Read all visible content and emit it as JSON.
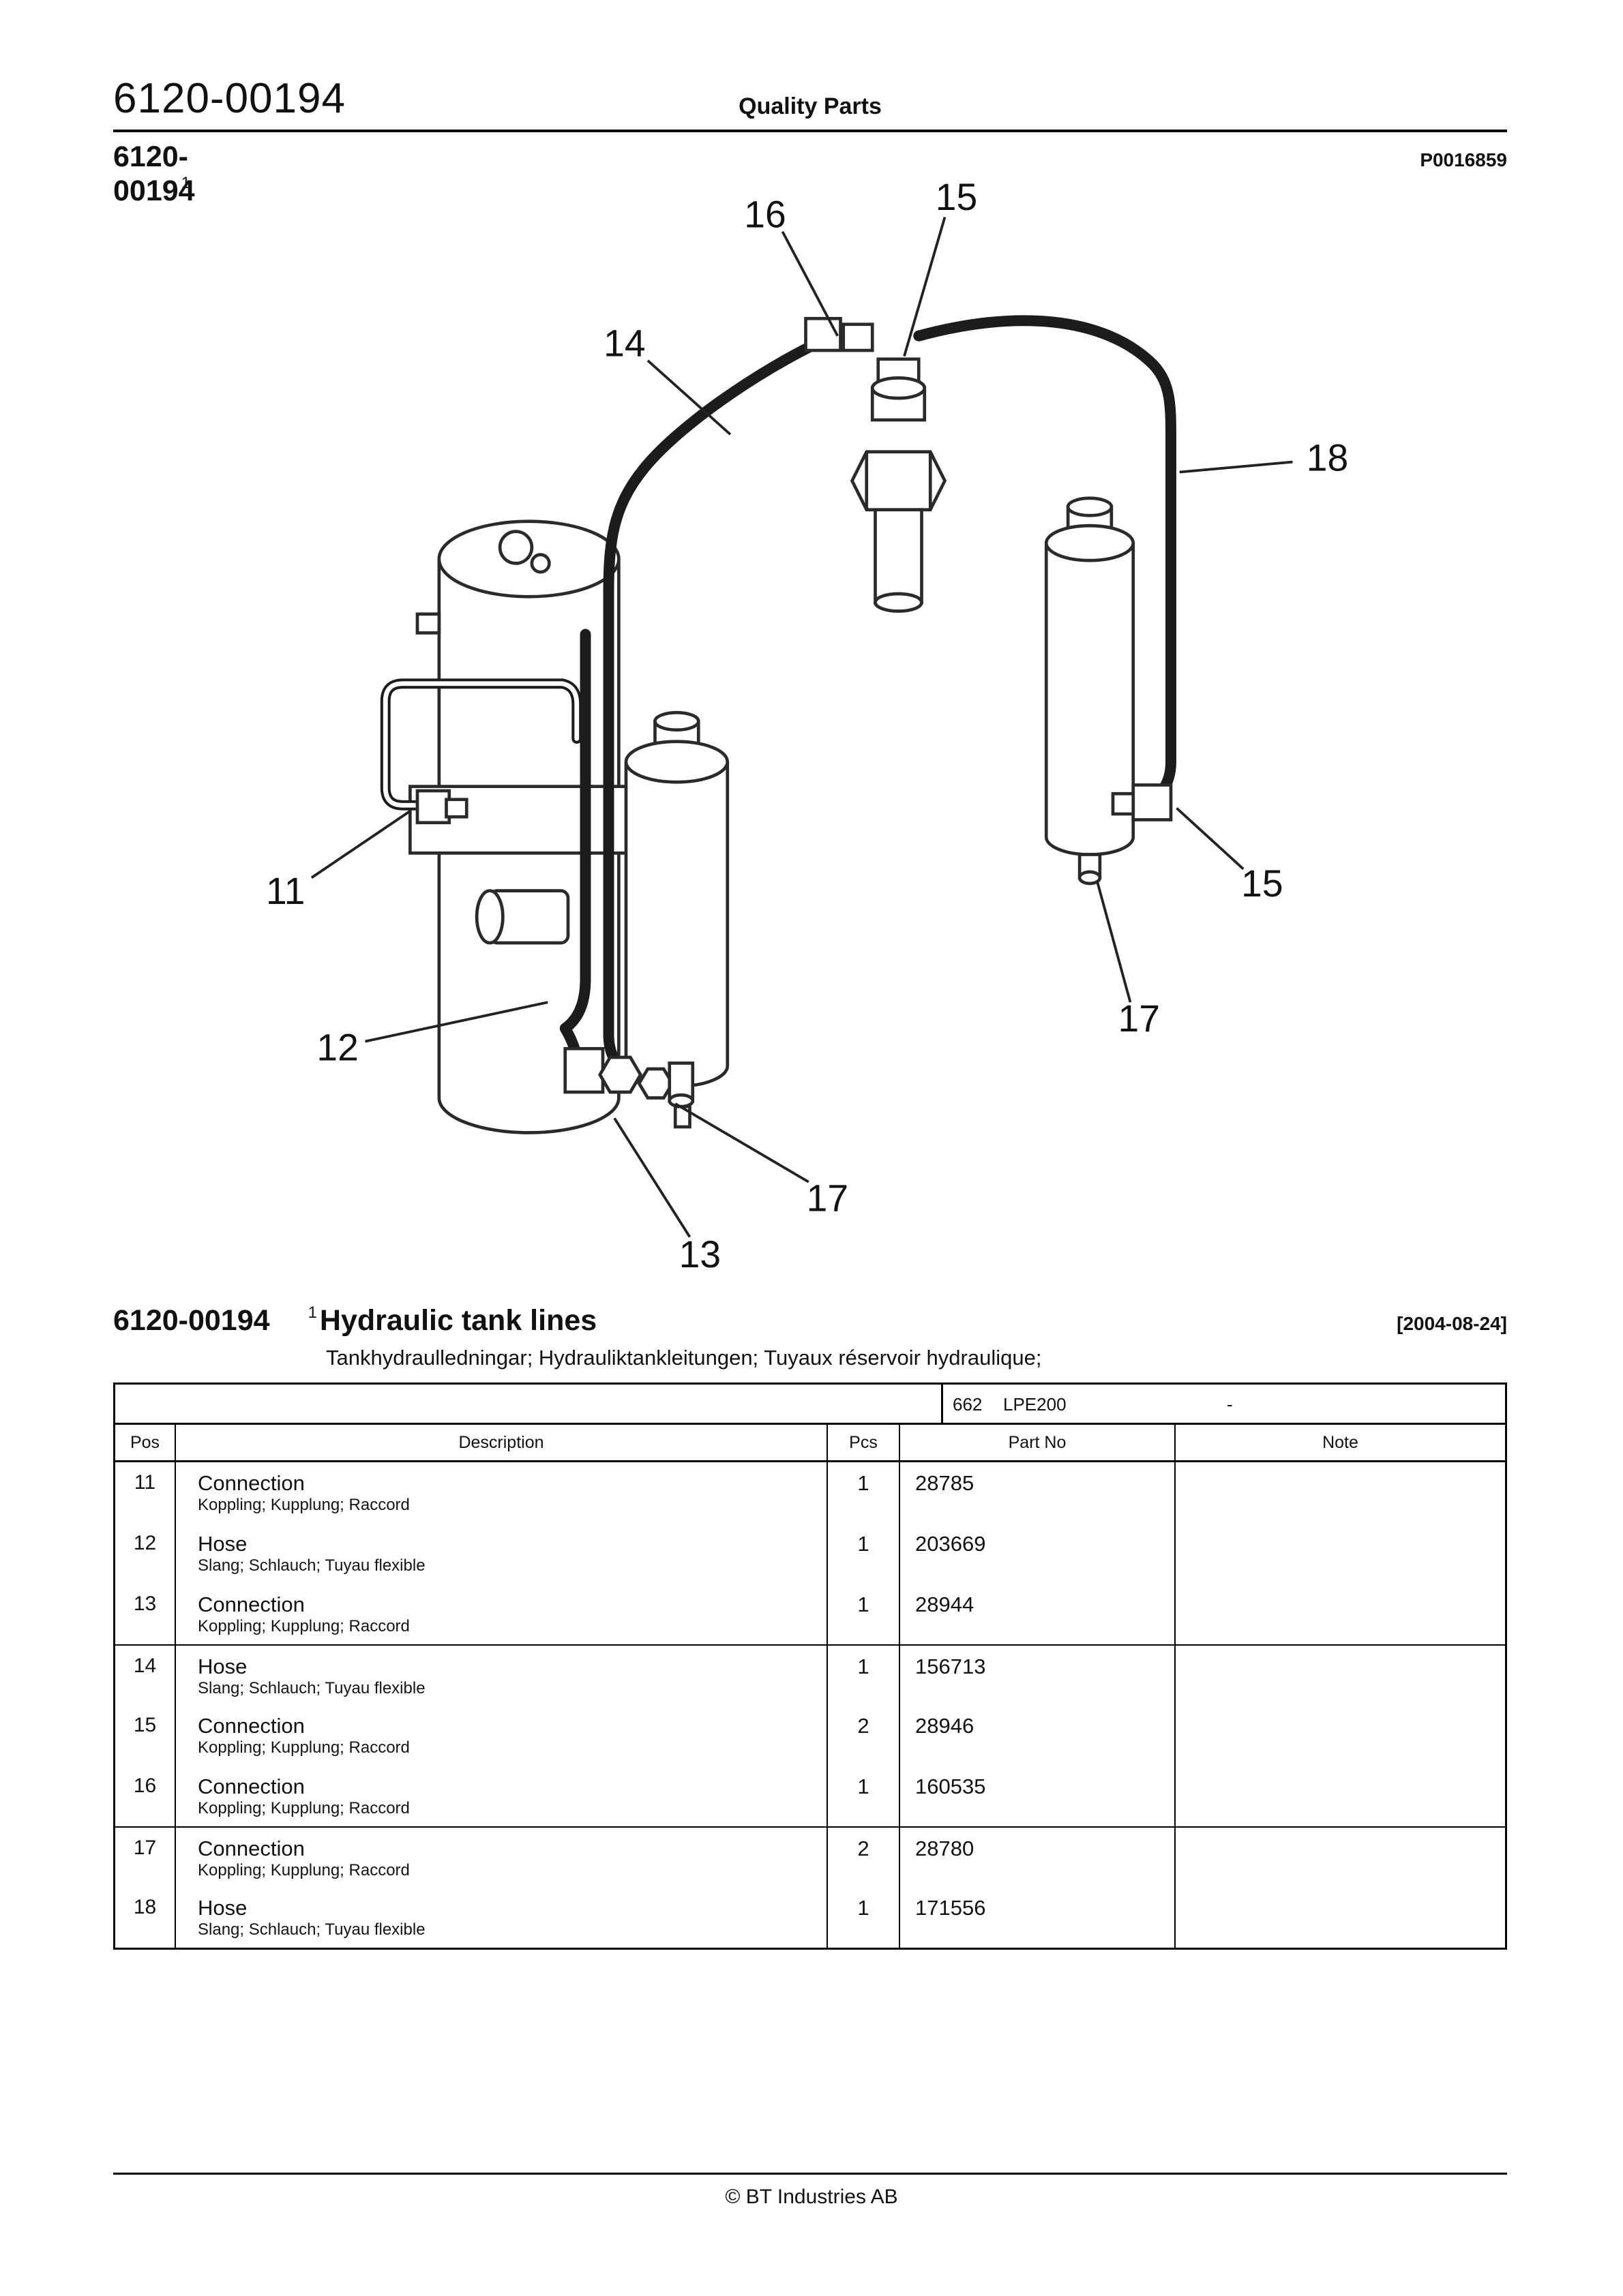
{
  "header": {
    "doc_number": "6120-00194",
    "quality_label": "Quality Parts",
    "sub_doc_number": "6120-00194",
    "footnote_mark": "1",
    "image_ref": "P0016859"
  },
  "diagram": {
    "callouts": [
      "16",
      "15",
      "14",
      "18",
      "11",
      "15",
      "17",
      "12",
      "17",
      "13"
    ]
  },
  "section": {
    "doc_number": "6120-00194",
    "footnote_mark": "1",
    "title": "Hydraulic tank lines",
    "date": "[2004-08-24]",
    "subtitle": "Tankhydraulledningar; Hydrauliktankleitungen; Tuyaux réservoir hydraulique;"
  },
  "table": {
    "model_code": "662",
    "model_name": "LPE200",
    "serial_range": "-",
    "columns": {
      "pos": "Pos",
      "description": "Description",
      "pcs": "Pcs",
      "part_no": "Part No",
      "note": "Note"
    },
    "rows": [
      {
        "pos": "11",
        "description": "Connection",
        "description_alt": "Koppling; Kupplung; Raccord",
        "pcs": "1",
        "part_no": "28785",
        "note": ""
      },
      {
        "pos": "12",
        "description": "Hose",
        "description_alt": "Slang; Schlauch; Tuyau flexible",
        "pcs": "1",
        "part_no": "203669",
        "note": ""
      },
      {
        "pos": "13",
        "description": "Connection",
        "description_alt": "Koppling; Kupplung; Raccord",
        "pcs": "1",
        "part_no": "28944",
        "note": ""
      },
      {
        "pos": "14",
        "description": "Hose",
        "description_alt": "Slang; Schlauch; Tuyau flexible",
        "pcs": "1",
        "part_no": "156713",
        "note": ""
      },
      {
        "pos": "15",
        "description": "Connection",
        "description_alt": "Koppling; Kupplung; Raccord",
        "pcs": "2",
        "part_no": "28946",
        "note": ""
      },
      {
        "pos": "16",
        "description": "Connection",
        "description_alt": "Koppling; Kupplung; Raccord",
        "pcs": "1",
        "part_no": "160535",
        "note": ""
      },
      {
        "pos": "17",
        "description": "Connection",
        "description_alt": "Koppling; Kupplung; Raccord",
        "pcs": "2",
        "part_no": "28780",
        "note": ""
      },
      {
        "pos": "18",
        "description": "Hose",
        "description_alt": "Slang; Schlauch; Tuyau flexible",
        "pcs": "1",
        "part_no": "171556",
        "note": ""
      }
    ]
  },
  "footer": {
    "copyright": "© BT Industries AB"
  }
}
